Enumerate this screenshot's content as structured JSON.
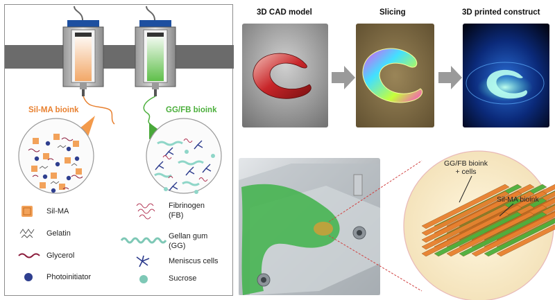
{
  "bioinks": {
    "silma": "Sil-MA bioink",
    "ggfb": "GG/FB bioink"
  },
  "legend": {
    "silma": "Sil-MA",
    "gelatin": "Gelatin",
    "glycerol": "Glycerol",
    "photoinitiator": "Photoinitiator",
    "fibrinogen": "Fibrinogen",
    "fibrinogen_abbr": "(FB)",
    "gellan": "Gellan gum",
    "gellan_abbr": "(GG)",
    "meniscus": "Meniscus cells",
    "sucrose": "Sucrose"
  },
  "workflow": {
    "cad": "3D CAD model",
    "slicing": "Slicing",
    "printed": "3D printed construct"
  },
  "structure": {
    "ggfb_cells_line1": "GG/FB bioink",
    "ggfb_cells_line2": "+ cells",
    "silma": "Sil-MA bioink"
  },
  "colors": {
    "silma_orange": "#e8802f",
    "ggfb_green": "#4caf3c",
    "printer_gray": "#6b6b6b"
  }
}
